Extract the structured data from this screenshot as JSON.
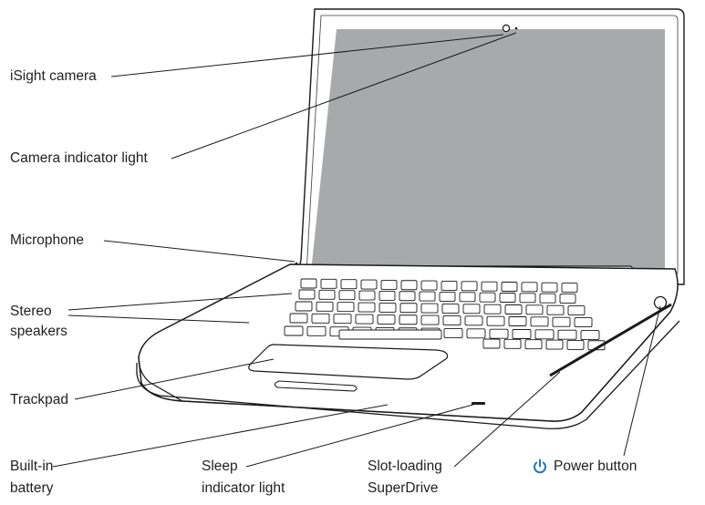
{
  "labels": {
    "isight_camera": "iSight camera",
    "camera_indicator_light": "Camera indicator light",
    "microphone": "Microphone",
    "stereo_speakers_line1": "Stereo",
    "stereo_speakers_line2": "speakers",
    "trackpad": "Trackpad",
    "builtin_battery_line1": "Built-in",
    "builtin_battery_line2": "battery",
    "sleep_indicator_line1": "Sleep",
    "sleep_indicator_line2": "indicator light",
    "superdrive_line1": "Slot-loading",
    "superdrive_line2": "SuperDrive",
    "power_button": "Power button"
  },
  "icons": {
    "power": "power-icon"
  },
  "colors": {
    "screen": "#a7a9ab",
    "body": "#ffffff",
    "outline": "#1a1a1a",
    "power_icon": "#1a74c9"
  }
}
